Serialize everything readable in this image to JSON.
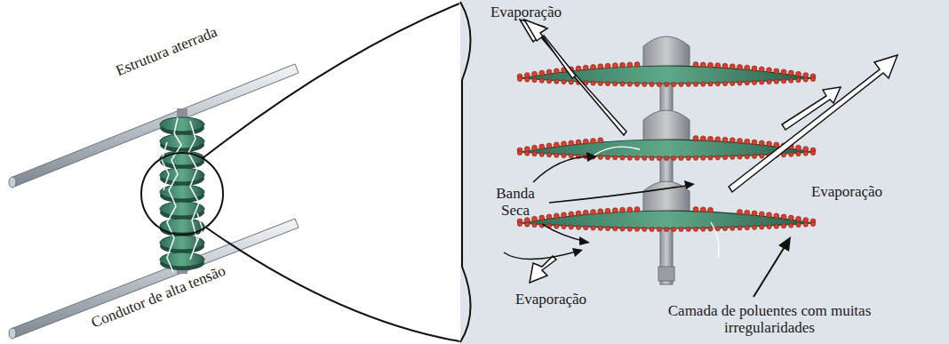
{
  "diagram": {
    "labels": [
      "Estrutura aterrada",
      "Condutor de alta tensão",
      "Evaporação",
      "Banda Seca",
      "Evaporação",
      "Evaporação",
      "Camada de poluentes com muitas irregularidades"
    ]
  }
}
